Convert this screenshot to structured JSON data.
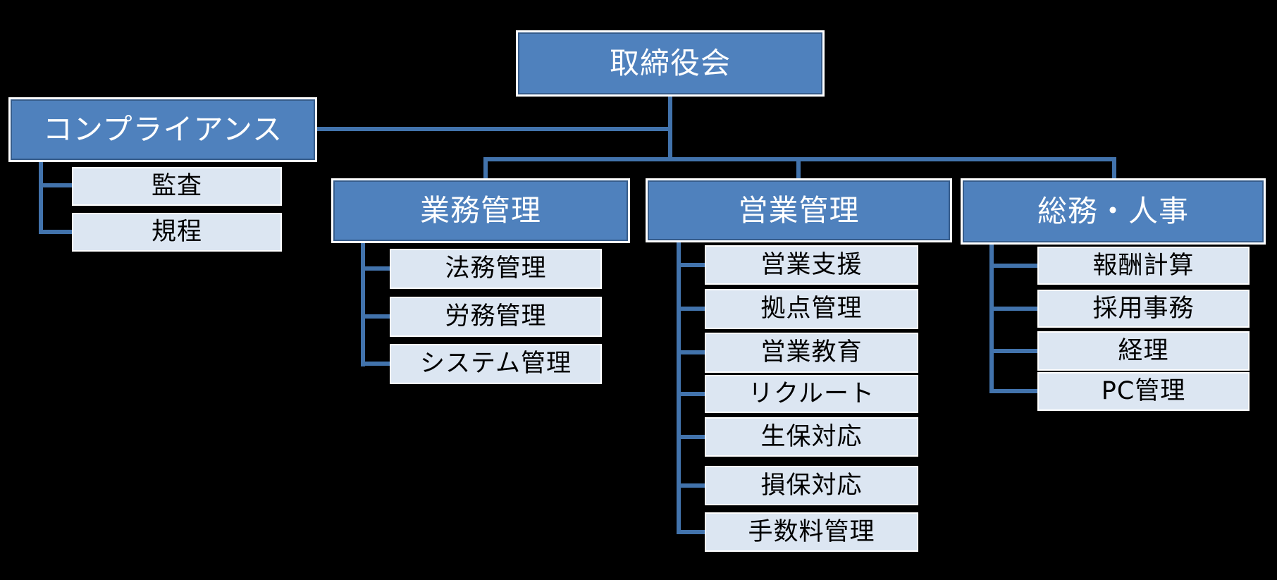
{
  "colors": {
    "background": "#000000",
    "node-fill": "#4F81BD",
    "node-border": "#FFFFFF",
    "node-text": "#FFFFFF",
    "child-fill": "#DCE6F2",
    "child-text": "#000000",
    "connector": "#4273AC"
  },
  "org": {
    "root": {
      "label": "取締役会"
    },
    "compliance": {
      "label": "コンプライアンス",
      "children": [
        "監査",
        "規程"
      ]
    },
    "branches": [
      {
        "label": "業務管理",
        "children": [
          "法務管理",
          "労務管理",
          "システム管理"
        ]
      },
      {
        "label": "営業管理",
        "children": [
          "営業支援",
          "拠点管理",
          "営業教育",
          "リクルート",
          "生保対応",
          "損保対応",
          "手数料管理"
        ]
      },
      {
        "label": "総務・人事",
        "children": [
          "報酬計算",
          "採用事務",
          "経理",
          "PC管理"
        ]
      }
    ]
  }
}
